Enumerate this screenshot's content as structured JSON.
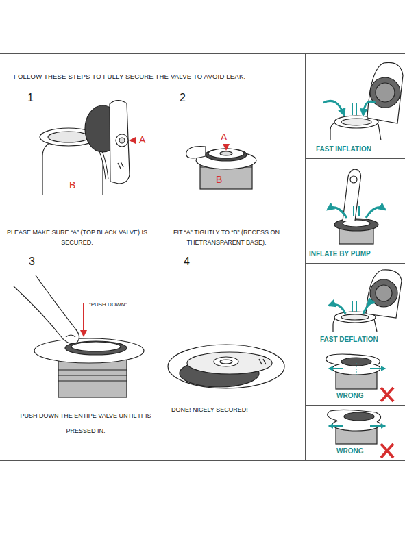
{
  "diagram": {
    "title": "FOLLOW THESE STEPS TO FULLY SECURE THE VALVE TO AVOID LEAK.",
    "nodes": [
      {
        "text": [
          "FAST INFLATION"
        ]
      },
      {
        "text": [
          "INFLATE BY PUMP"
        ]
      },
      {
        "text": [
          "FAST DEFLATION"
        ]
      },
      {
        "text": [
          "WRONG"
        ]
      },
      {
        "text": [
          "WRONG"
        ]
      }
    ],
    "labels": [
      "1",
      "A",
      "B",
      "2",
      "A",
      "B",
      "PLEASE MAKE SURE “A” (TOP BLACK VALVE) IS SECURED.",
      "FIT “A” TIGHTLY TO “B” (RECESS ON THETRANSPARENT BASE).",
      "3",
      "“PUSH DOWN”",
      "4",
      "PUSH DOWN THE ENTIPE VALVE UNTIL IT IS PRESSED IN.",
      "DONE! NICELY SECURED!"
    ]
  }
}
